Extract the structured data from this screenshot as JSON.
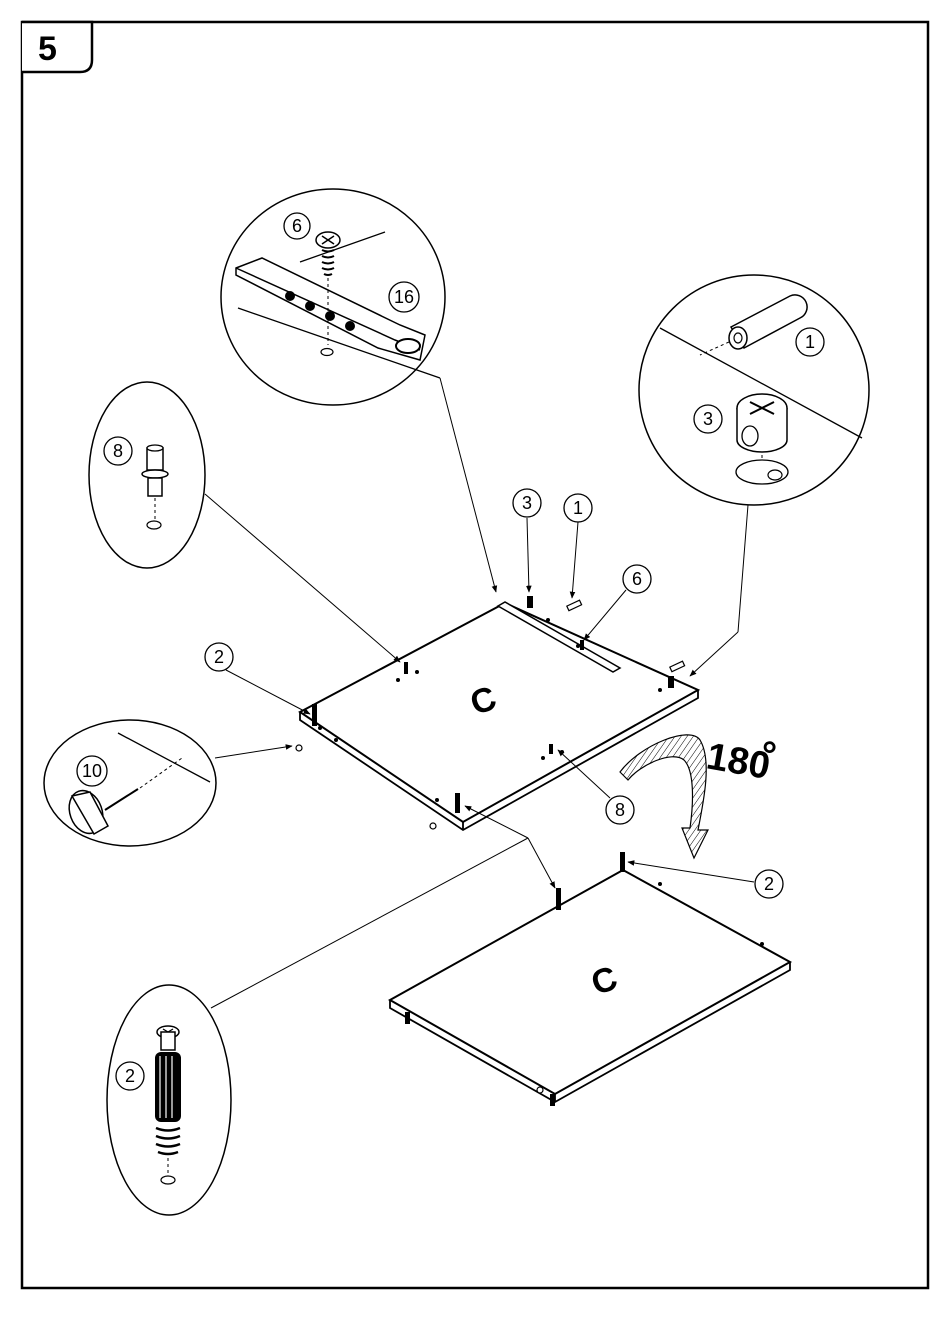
{
  "step": {
    "number": "5"
  },
  "rotation": {
    "angle": "180",
    "unit": "°"
  },
  "panels": {
    "top_label": "C",
    "bottom_label": "C"
  },
  "callouts": {
    "zoom_screw": "6",
    "zoom_rail": "16",
    "zoom_dowel": "1",
    "zoom_cam": "3",
    "zoom_pin": "8",
    "zoom_nail": "10",
    "zoom_bolt": "2",
    "top_cam": "3",
    "top_dowel": "1",
    "top_screw": "6",
    "left_bolt": "2",
    "front_pin": "8",
    "right_bolt": "2"
  }
}
